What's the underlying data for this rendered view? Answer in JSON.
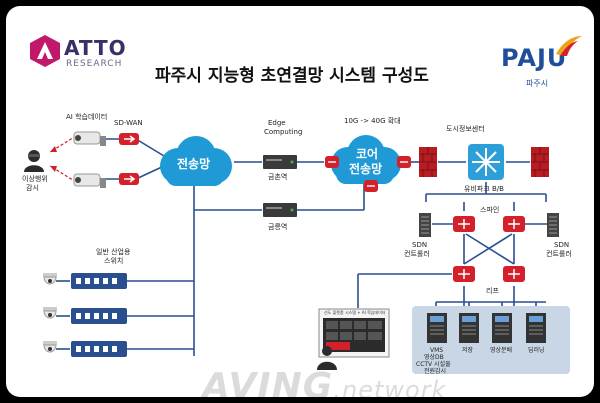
{
  "header": {
    "title": "파주시 지능형 초연결망 시스템 구성도",
    "atto_logo": {
      "word": "ATTO",
      "sub": "RESEARCH"
    },
    "paju_logo": {
      "word": "PAJU",
      "sub": "파주시"
    }
  },
  "labels": {
    "ai_learning": "AI 학습데이터",
    "sdwan": "SD-WAN",
    "anomaly_line1": "이상행위",
    "anomaly_line2": "감시",
    "transport_net": "전송망",
    "edge_line1": "Edge",
    "edge_line2": "Computing",
    "geumchon": "금촌역",
    "geumreung": "금릉역",
    "upgrade": "10G -> 40G 확대",
    "core_line1": "코어",
    "core_line2": "전송망",
    "city_center": "도시정보센터",
    "ubipark": "유비파크 B/B",
    "spine": "스파인",
    "leaf": "리프",
    "sdn_left_line1": "SDN",
    "sdn_left_line2": "컨트롤러",
    "sdn_right_line1": "SDN",
    "sdn_right_line2": "컨트롤러",
    "industrial_line1": "일반 산업용",
    "industrial_line2": "스위치",
    "vms_line1": "VMS",
    "vms_line2": "영상DB",
    "vms_line3": "CCTV 시설물",
    "vms_line4": "전원감시",
    "storage": "저장",
    "video_analysis": "영상분배",
    "deep_learning": "딥러닝",
    "monitor_caption": "선도 플랫폼 시스템 + AI 학습데이터"
  },
  "watermark": {
    "main": "AVING",
    "suffix": ".network"
  },
  "icons": [
    "cctv-camera-icon",
    "intruder-icon",
    "router-icon",
    "cloud-icon",
    "edge-server-icon",
    "firewall-icon",
    "core-switch-icon",
    "spine-switch-icon",
    "server-rack-icon",
    "industrial-switch-icon",
    "monitor-icon"
  ],
  "colors": {
    "cloud": "#1f9ad6",
    "router": "#d3202a",
    "firewall": "#b81c22",
    "switch_blue": "#2a4f8e",
    "line": "#2a4f8e",
    "dash": "#d3202a",
    "server_panel": "#c9d6e6"
  }
}
